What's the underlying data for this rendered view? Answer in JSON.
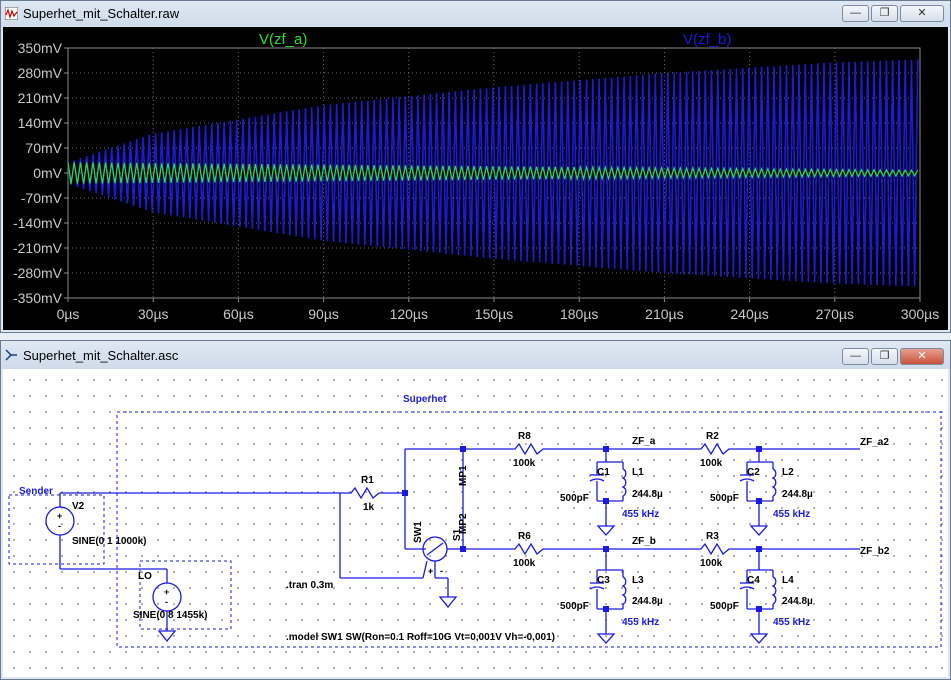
{
  "plot_window": {
    "title": "Superhet_mit_Schalter.raw",
    "legend": [
      {
        "name": "V(zf_a)",
        "color": "#2de02d"
      },
      {
        "name": "V(zf_b)",
        "color": "#1a1ae0"
      }
    ],
    "background": "#000000"
  },
  "chart_data": {
    "type": "line",
    "series": [
      {
        "name": "V(zf_a)",
        "color": "#2de02d",
        "envelope_mV": [
          [
            0,
            30
          ],
          [
            300,
            8
          ]
        ]
      },
      {
        "name": "V(zf_b)",
        "color": "#1a1ae0",
        "envelope_mV": [
          [
            0,
            30
          ],
          [
            30,
            110
          ],
          [
            90,
            190
          ],
          [
            150,
            240
          ],
          [
            210,
            280
          ],
          [
            270,
            310
          ],
          [
            300,
            318
          ]
        ]
      }
    ],
    "x_ticks": [
      "0µs",
      "30µs",
      "60µs",
      "90µs",
      "120µs",
      "150µs",
      "180µs",
      "210µs",
      "240µs",
      "270µs",
      "300µs"
    ],
    "y_ticks": [
      "350mV",
      "280mV",
      "210mV",
      "140mV",
      "70mV",
      "0mV",
      "-70mV",
      "-140mV",
      "-210mV",
      "-280mV",
      "-350mV"
    ],
    "xlim": [
      0,
      300
    ],
    "ylim": [
      -350,
      350
    ],
    "grid": true
  },
  "schematic_window": {
    "title": "Superhet_mit_Schalter.asc",
    "labels": {
      "superhet": "Superhet",
      "sender": "Sender",
      "v2": "V2",
      "v2_value": "SINE(0 1 1000k)",
      "lo": "LO",
      "lo_value": "SINE(0 8 1455k)",
      "r1": "R1",
      "r1_value": "1k",
      "sw1": "SW1",
      "s1": "S1",
      "mp1": "MP1",
      "mp2": "MP2",
      "r8": "R8",
      "r8_value": "100k",
      "r6": "R6",
      "r6_value": "100k",
      "r2": "R2",
      "r2_value": "100k",
      "r3": "R3",
      "r3_value": "100k",
      "zf_a": "ZF_a",
      "zf_b": "ZF_b",
      "zf_a2": "ZF_a2",
      "zf_b2": "ZF_b2",
      "c1": "C1",
      "c2": "C2",
      "c3": "C3",
      "c4": "C4",
      "cap_value": "500pF",
      "l1": "L1",
      "l2": "L2",
      "l3": "L3",
      "l4": "L4",
      "ind_value": "244.8µ",
      "freq": "455 kHz",
      "tran": ".tran 0.3m",
      "model": ".model SW1 SW(Ron=0.1 Roff=10G Vt=0,001V Vh=-0,001)",
      "plus": "+",
      "minus": "-"
    }
  }
}
